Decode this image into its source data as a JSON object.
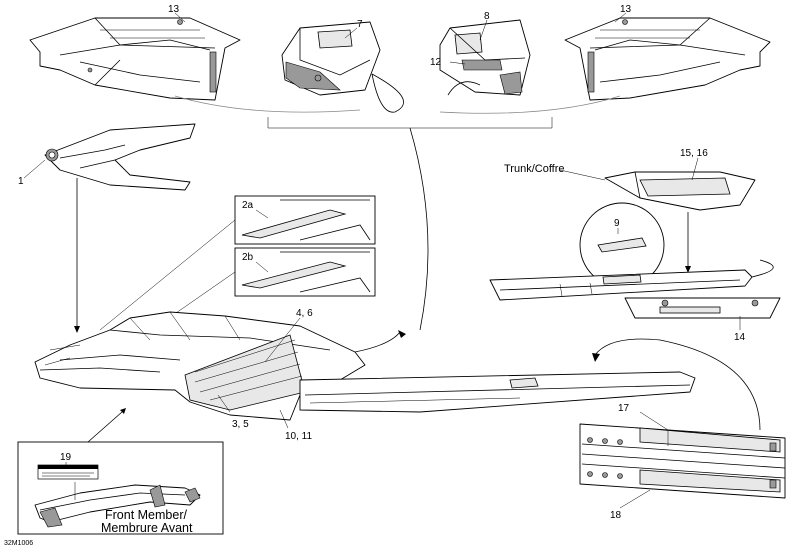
{
  "callouts": {
    "c1": "1",
    "c2a": "2a",
    "c2b": "2b",
    "c3_5": "3, 5",
    "c4_6": "4, 6",
    "c7": "7",
    "c8": "8",
    "c9": "9",
    "c10_11": "10, 11",
    "c12": "12",
    "c13_left": "13",
    "c13_right": "13",
    "c14": "14",
    "c15_16": "15, 16",
    "c17": "17",
    "c18": "18",
    "c19": "19"
  },
  "labels": {
    "trunk": "Trunk/Coffre",
    "front_member_line1": "Front Member/",
    "front_member_line2": "Membrure Avant",
    "drawing_code": "32M1006"
  }
}
